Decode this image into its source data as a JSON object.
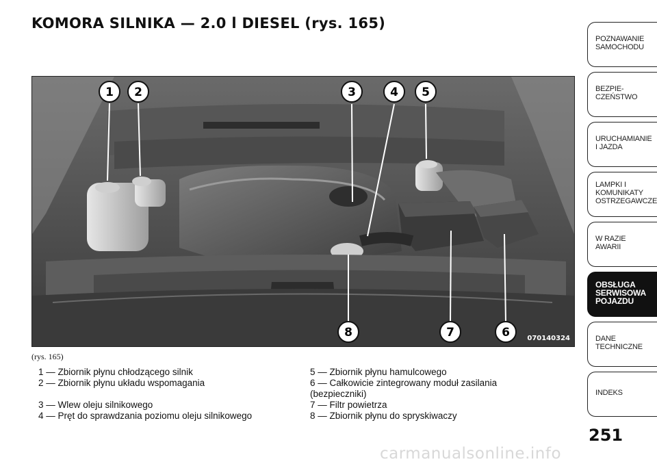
{
  "header": {
    "title": "KOMORA SILNIKA — 2.0 l DIESEL (rys.  165)"
  },
  "figure": {
    "code": "070140324",
    "callouts": [
      "1",
      "2",
      "3",
      "4",
      "5",
      "6",
      "7",
      "8"
    ]
  },
  "caption": "(rys. 165)",
  "legend": {
    "left": [
      "1 — Zbiornik płynu chłodzącego silnik",
      "2 — Zbiornik płynu układu wspomagania",
      "",
      "3 — Wlew oleju silnikowego",
      "4 — Pręt do sprawdzania poziomu oleju silnikowego"
    ],
    "right": [
      "5 — Zbiornik płynu hamulcowego",
      "6 — Całkowicie zintegrowany moduł zasilania",
      "(bezpieczniki)",
      "7 — Filtr powietrza",
      "8 — Zbiornik płynu do spryskiwaczy"
    ]
  },
  "sidebar": {
    "tabs": [
      {
        "line1": "POZNAWANIE",
        "line2": "SAMOCHODU",
        "line3": "",
        "active": false
      },
      {
        "line1": "BEZPIE-",
        "line2": "CZEŃSTWO",
        "line3": "",
        "active": false
      },
      {
        "line1": "URUCHAMIANIE",
        "line2": "I JAZDA",
        "line3": "",
        "active": false
      },
      {
        "line1": "LAMPKI I",
        "line2": "KOMUNIKATY",
        "line3": "OSTRZEGAWCZE",
        "active": false
      },
      {
        "line1": "W RAZIE",
        "line2": "AWARII",
        "line3": "",
        "active": false
      },
      {
        "line1": "OBSŁUGA",
        "line2": "SERWISOWA",
        "line3": "POJAZDU",
        "active": true
      },
      {
        "line1": "DANE",
        "line2": "TECHNICZNE",
        "line3": "",
        "active": false
      },
      {
        "line1": "INDEKS",
        "line2": "",
        "line3": "",
        "active": false
      }
    ]
  },
  "footer": {
    "page_number": "251",
    "watermark": "carmanualsonline.info"
  }
}
